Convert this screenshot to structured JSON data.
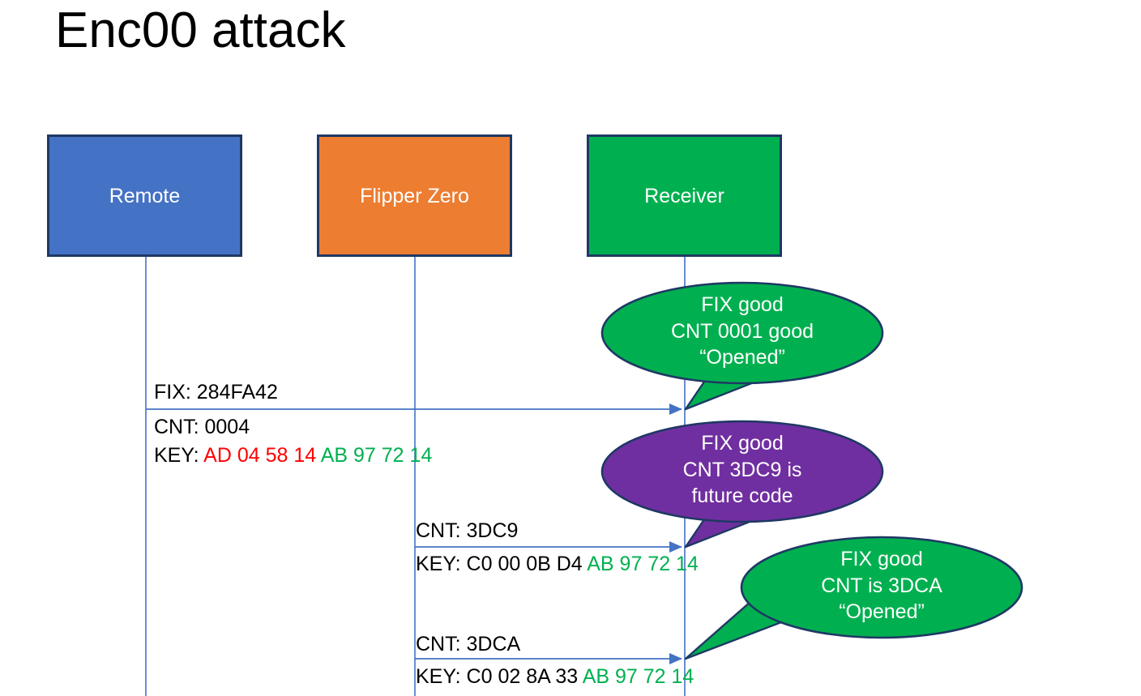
{
  "slide": {
    "title": "Enc00 attack",
    "background": "#FFFFFF"
  },
  "colors": {
    "remote_fill": "#4472C4",
    "flipper_fill": "#ED7D31",
    "receiver_fill": "#00B050",
    "box_border": "#1F3864",
    "callout_green": "#00B050",
    "callout_purple": "#702FA0",
    "callout_border": "#1F3864",
    "lifeline": "#4472C4",
    "arrow": "#4472C4",
    "hex_red": "#FF0000",
    "hex_green": "#00B050",
    "text_black": "#000000"
  },
  "actors": [
    {
      "id": "remote",
      "label": "Remote"
    },
    {
      "id": "flipper",
      "label": "Flipper Zero"
    },
    {
      "id": "receiver",
      "label": "Receiver"
    }
  ],
  "messages": [
    {
      "id": "msg1",
      "from": "remote",
      "to": "receiver",
      "line1": "FIX: 284FA42",
      "line2": "CNT: 0004",
      "line3_prefix": "KEY: ",
      "line3_red": "AD 04 58 14 ",
      "line3_green": "AB 97 72 14"
    },
    {
      "id": "msg2",
      "from": "flipper",
      "to": "receiver",
      "line1": "CNT: 3DC9",
      "line2_prefix": "KEY: C0 00 0B D4 ",
      "line2_green": "AB 97 72 14"
    },
    {
      "id": "msg3",
      "from": "flipper",
      "to": "receiver",
      "line1": "CNT: 3DCA",
      "line2_prefix": "KEY: C0 02 8A 33 ",
      "line2_green": "AB 97 72 14"
    }
  ],
  "callouts": [
    {
      "id": "callout-1",
      "color": "green",
      "lines": [
        "FIX good",
        "CNT 0001 good",
        "“Opened”"
      ]
    },
    {
      "id": "callout-2",
      "color": "purple",
      "lines": [
        "FIX good",
        "CNT 3DC9 is",
        "future code"
      ]
    },
    {
      "id": "callout-3",
      "color": "green",
      "lines": [
        "FIX good",
        "CNT is 3DCA",
        "“Opened”"
      ]
    }
  ]
}
